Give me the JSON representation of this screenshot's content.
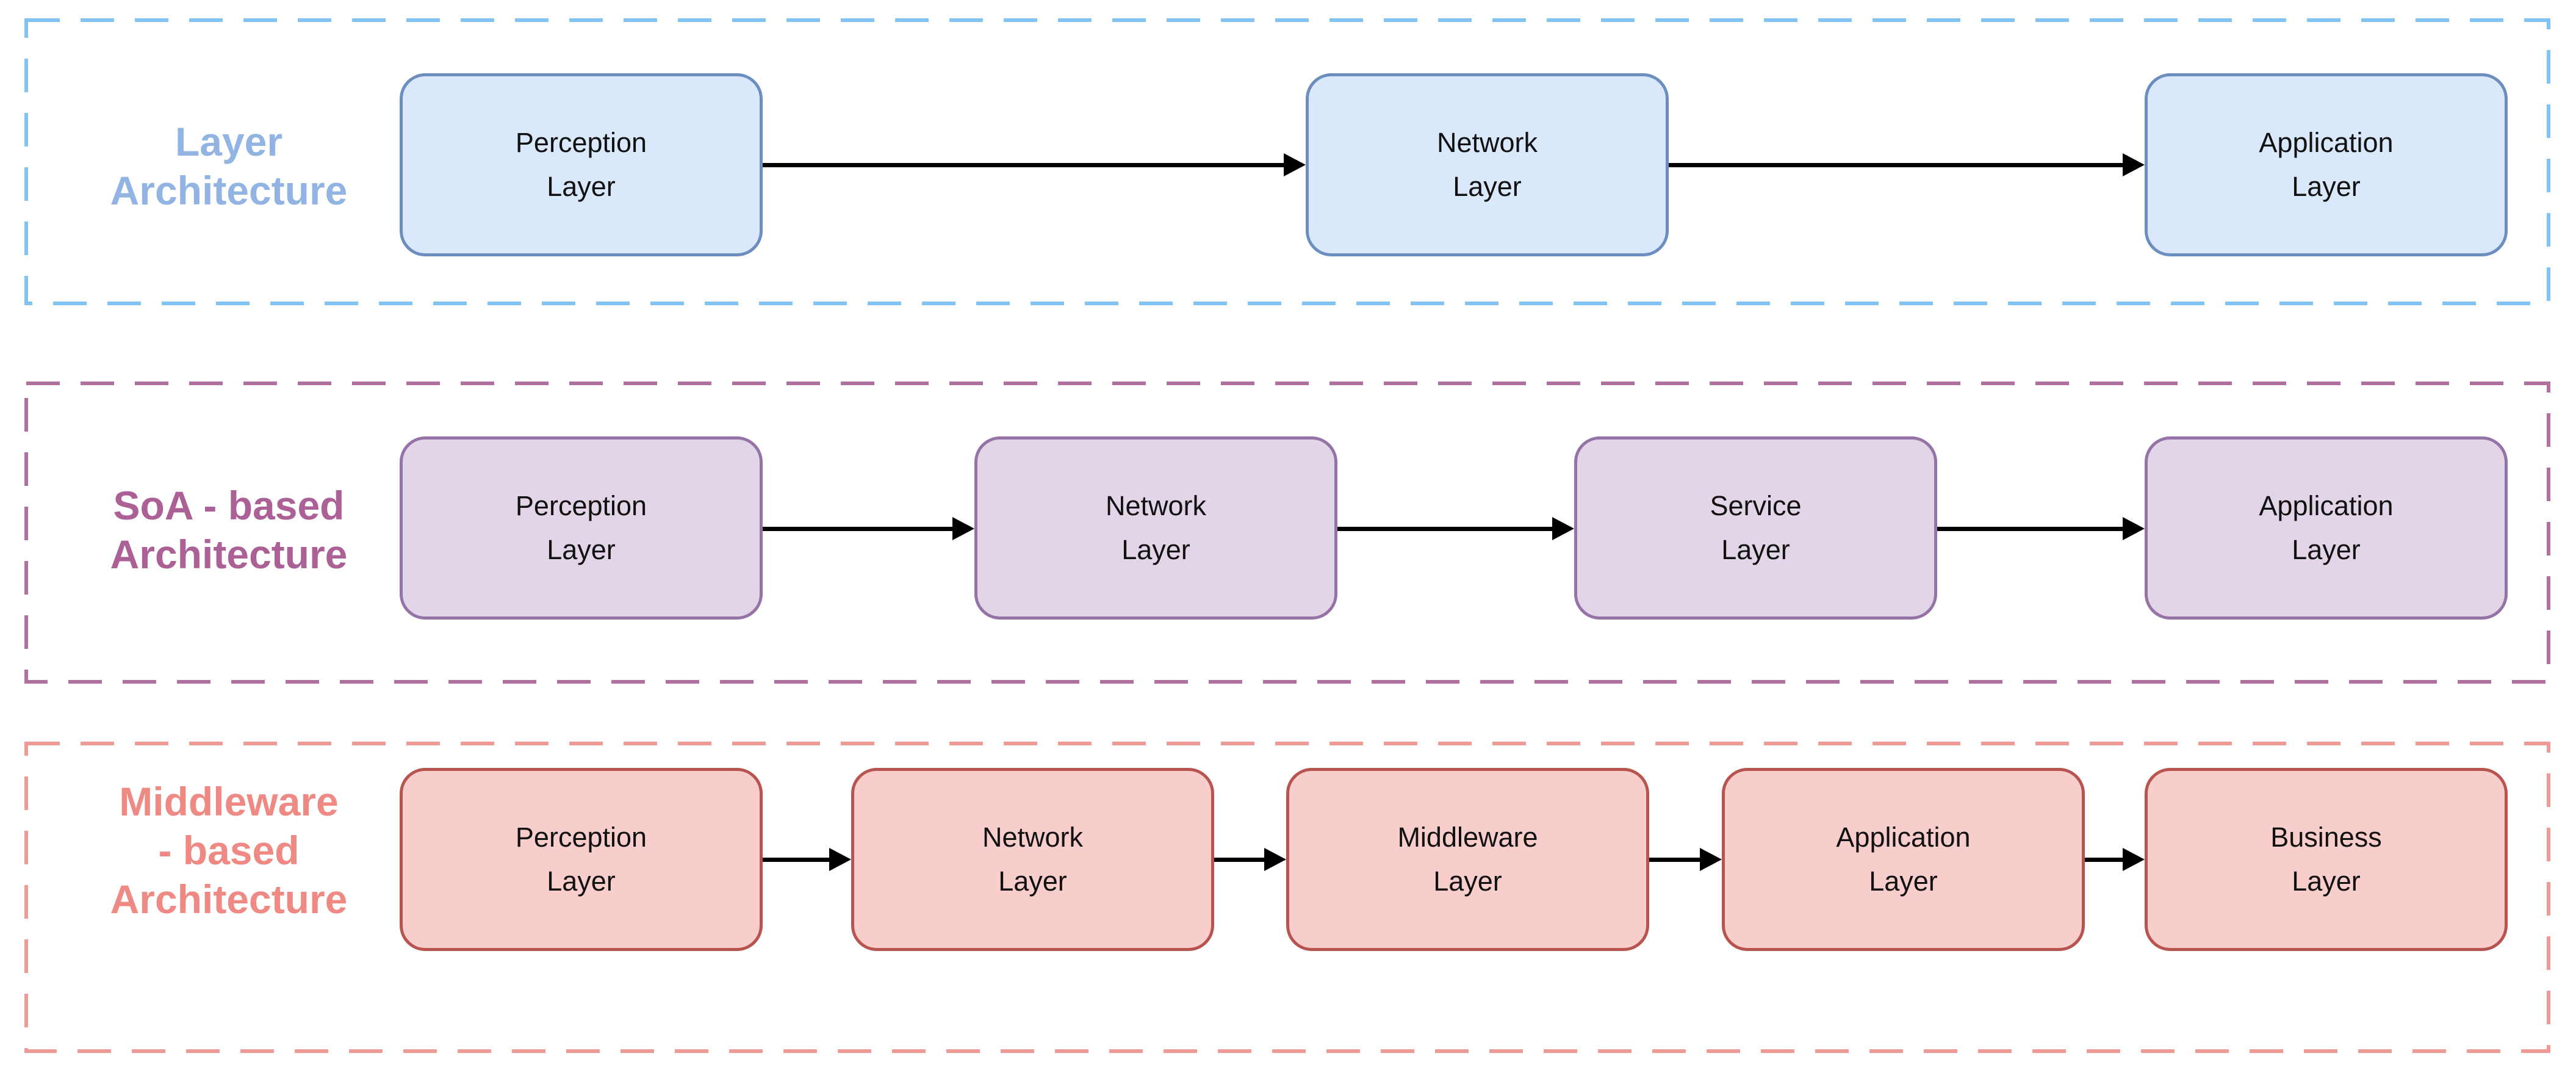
{
  "diagram": {
    "rows": [
      {
        "id": "layer-architecture",
        "title": "Layer Architecture",
        "title_lines": [
          "Layer",
          "Architecture"
        ],
        "boxes": [
          {
            "label": "Perception Layer",
            "lines": [
              "Perception",
              "Layer"
            ]
          },
          {
            "label": "Network Layer",
            "lines": [
              "Network",
              "Layer"
            ]
          },
          {
            "label": "Application Layer",
            "lines": [
              "Application",
              "Layer"
            ]
          }
        ]
      },
      {
        "id": "soa-based-architecture",
        "title": "SoA - based Architecture",
        "title_lines": [
          "SoA - based",
          "Architecture"
        ],
        "boxes": [
          {
            "label": "Perception Layer",
            "lines": [
              "Perception",
              "Layer"
            ]
          },
          {
            "label": "Network Layer",
            "lines": [
              "Network",
              "Layer"
            ]
          },
          {
            "label": "Service Layer",
            "lines": [
              "Service",
              "Layer"
            ]
          },
          {
            "label": "Application Layer",
            "lines": [
              "Application",
              "Layer"
            ]
          }
        ]
      },
      {
        "id": "middleware-based-architecture",
        "title": "Middleware - based Architecture",
        "title_lines": [
          "Middleware",
          "- based",
          "Architecture"
        ],
        "boxes": [
          {
            "label": "Perception Layer",
            "lines": [
              "Perception",
              "Layer"
            ]
          },
          {
            "label": "Network Layer",
            "lines": [
              "Network",
              "Layer"
            ]
          },
          {
            "label": "Middleware Layer",
            "lines": [
              "Middleware",
              "Layer"
            ]
          },
          {
            "label": "Application Layer",
            "lines": [
              "Application",
              "Layer"
            ]
          },
          {
            "label": "Business Layer",
            "lines": [
              "Business",
              "Layer"
            ]
          }
        ]
      }
    ]
  },
  "colors": {
    "background": "#ffffff",
    "arrow": "#000000",
    "box_text": "#111111",
    "row1_dash": "#82c3f2",
    "row1_title": "#92b4e3",
    "row1_box_fill": "#dae8fc",
    "row1_box_border": "#6c8ebf",
    "row2_dash": "#b1719f",
    "row2_title": "#ab6096",
    "row2_box_fill": "#e1d5e7",
    "row2_box_border": "#9673a6",
    "row3_dash": "#f09995",
    "row3_title": "#ee8983",
    "row3_box_fill": "#f8cecc",
    "row3_box_border": "#b85450"
  }
}
